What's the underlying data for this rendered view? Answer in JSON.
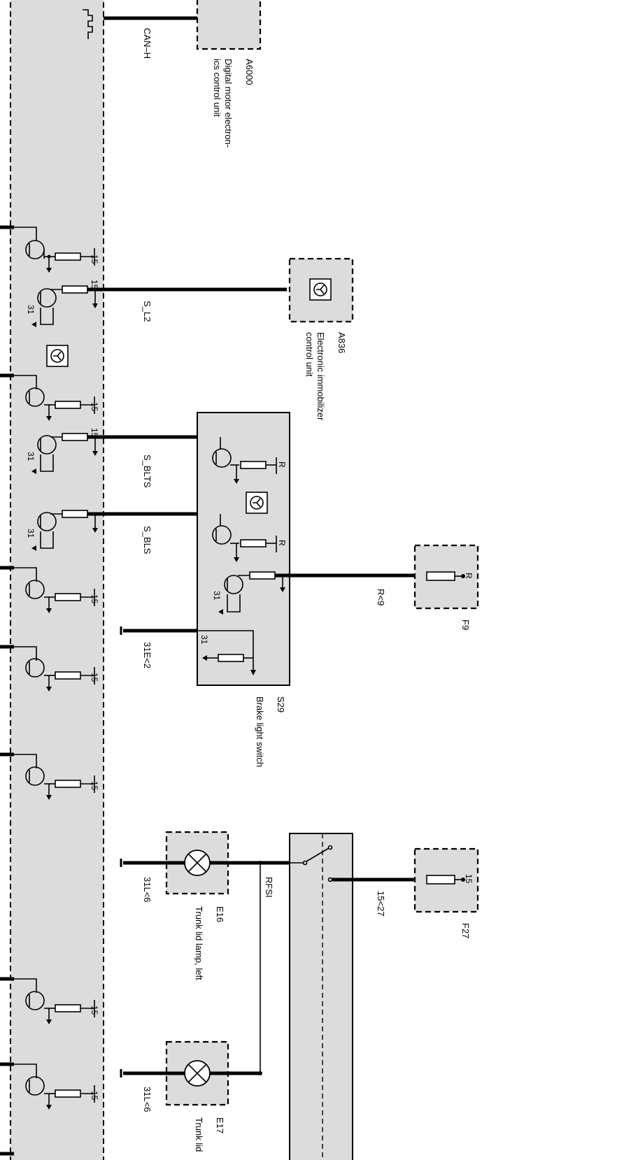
{
  "components": {
    "a6000": {
      "id": "A6000",
      "name_line1": "Digital motor electron-",
      "name_line2": "ics control unit"
    },
    "a836": {
      "id": "A836",
      "name_line1": "Electronic immobilizer",
      "name_line2": "control unit"
    },
    "s29": {
      "id": "S29",
      "name": "Brake light switch",
      "pin_r": "R",
      "pin_31": "31"
    },
    "f9": {
      "id": "F9",
      "pin": "R"
    },
    "f27": {
      "id": "F27",
      "pin": "15"
    },
    "e16": {
      "id": "E16",
      "name": "Trunk lid lamp, left"
    },
    "e17": {
      "id": "E17",
      "name": "Trunk lid"
    }
  },
  "signals": {
    "can_h": "CAN–H",
    "s_l2": "S_L2",
    "s_blts": "S_BLTS",
    "s_bls": "S_BLS",
    "r9": "R<9",
    "e31_2": "31E<2",
    "l31_6": "31L<6",
    "rfsi": "RFSI",
    "t15_27": "15<27"
  },
  "pins": {
    "p15": "15",
    "p31": "31"
  }
}
